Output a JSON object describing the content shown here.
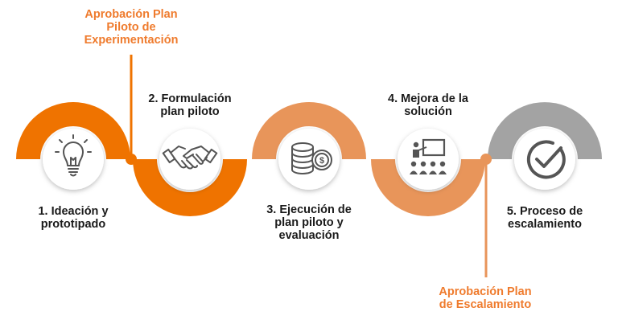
{
  "colors": {
    "orange_dark": "#ef7300",
    "orange_light": "#e8955a",
    "gray": "#a3a3a3",
    "milestone_text": "#ef7b2d",
    "label_text": "#1a1a1a",
    "icon_stroke": "#555555"
  },
  "milestones": [
    {
      "label": "Aprobación Plan\nPiloto de\nExperimentación"
    },
    {
      "label": "Aprobación Plan\nde Escalamiento"
    }
  ],
  "steps": [
    {
      "label": "1. Ideación y\nprototipado",
      "icon": "lightbulb-icon",
      "color": "orange_dark"
    },
    {
      "label": "2. Formulación\nplan piloto",
      "icon": "handshake-icon",
      "color": "orange_dark"
    },
    {
      "label": "3. Ejecución de\nplan piloto y\nevaluación",
      "icon": "coins-icon",
      "color": "orange_light"
    },
    {
      "label": "4. Mejora de la\nsolución",
      "icon": "presentation-icon",
      "color": "orange_light"
    },
    {
      "label": "5. Proceso de\nescalamiento",
      "icon": "checkmark-icon",
      "color": "gray"
    }
  ]
}
